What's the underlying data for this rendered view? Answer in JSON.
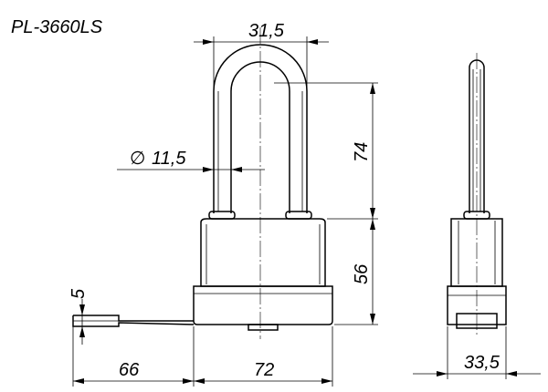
{
  "title": "PL-3660LS",
  "dimensions": {
    "shackle_width": "31,5",
    "shackle_diameter": "11,5",
    "shackle_height": "74",
    "body_height": "56",
    "key_thickness": "5",
    "key_length": "66",
    "body_width": "72",
    "body_depth": "33,5"
  },
  "diameter_symbol": "∅"
}
